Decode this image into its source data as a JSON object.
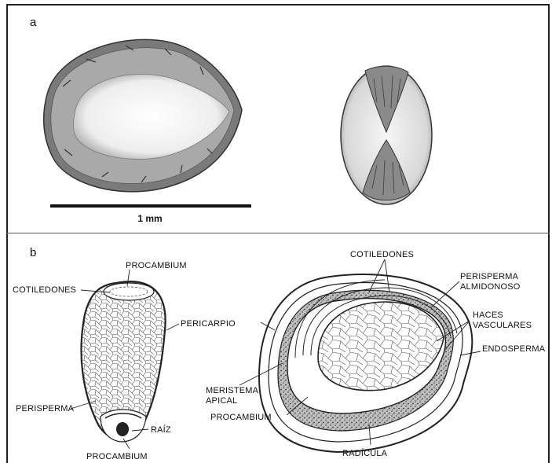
{
  "panels": [
    {
      "id": "a",
      "label": "a"
    },
    {
      "id": "b",
      "label": "b"
    }
  ],
  "scale_bar": {
    "label": "1 mm"
  },
  "labels": {
    "procambium_top": "PROCAMBIUM",
    "cotiledones_left": "COTILEDONES",
    "pericarpio": "PERICARPIO",
    "perisperma": "PERISPERMA",
    "raiz": "RAÍZ",
    "procambium_bottom": "PROCAMBIUM",
    "cotiledones_right": "COTILEDONES",
    "perisperma_almidonoso_1": "PERISPERMA",
    "perisperma_almidonoso_2": "ALMIDONOSO",
    "haces_1": "HACES",
    "haces_2": "VASCULARES",
    "endosperma": "ENDOSPERMA",
    "meristema_1": "MERISTEMA",
    "meristema_2": "APICAL",
    "procambium_right": "PROCAMBIUM",
    "radicula": "RADÍCULA"
  }
}
